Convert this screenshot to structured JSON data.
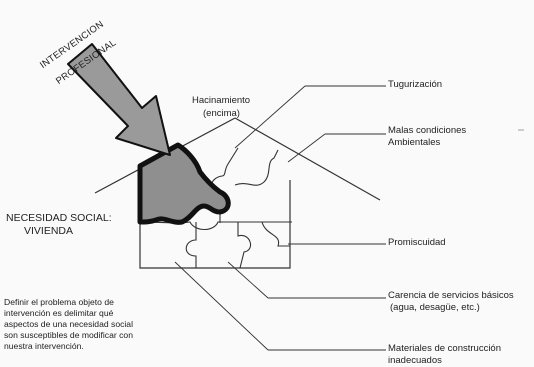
{
  "arrow": {
    "line1": "INTERVENCION",
    "line2": "PROFESIONAL"
  },
  "house": {
    "hacinamiento_line1": "Hacinamiento",
    "hacinamiento_line2": "(encima)",
    "need_line1": "NECESIDAD SOCIAL:",
    "need_line2": "VIVIENDA"
  },
  "callouts": [
    {
      "line1": "Tugurización",
      "line2": ""
    },
    {
      "line1": "Malas condiciones",
      "line2": "Ambientales"
    },
    {
      "line1": "Promiscuidad",
      "line2": ""
    },
    {
      "line1": "Carencia de servicios básicos",
      "line2": "(agua, desagüe, etc.)"
    },
    {
      "line1": "Materiales de construcción",
      "line2": "inadecuados"
    }
  ],
  "note": [
    "Definir el problema objeto de",
    "intervención es delimitar qué",
    "aspectos de una necesidad social",
    "son susceptibles de modificar con",
    "nuestra intervención."
  ]
}
